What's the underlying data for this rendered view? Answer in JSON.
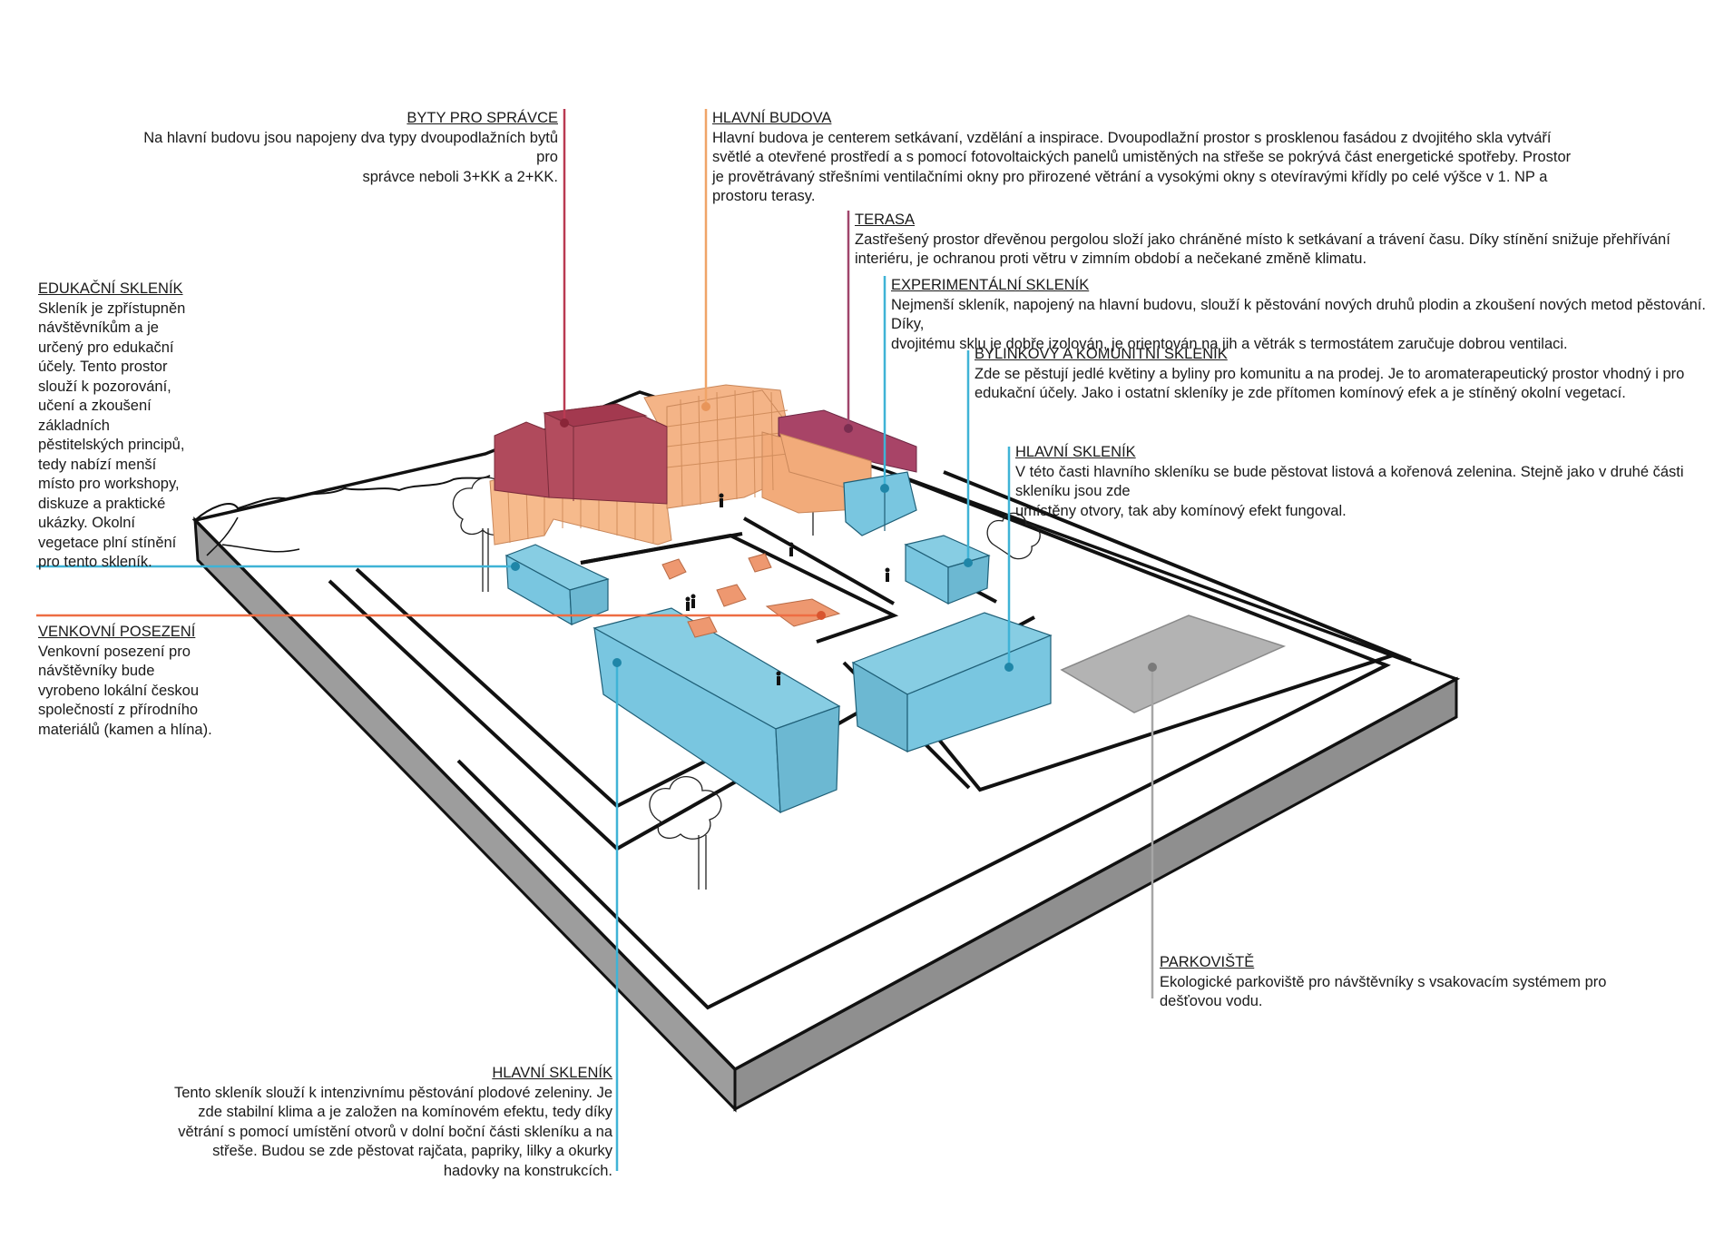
{
  "colors": {
    "residence": "#b04a5c",
    "main_building": "#f4b487",
    "terrace": "#a84467",
    "greenhouse": "#79c6e0",
    "seating": "#ee9870",
    "parking": "#b3b3b3",
    "leader_red": "#b93a52",
    "leader_orange": "#f0a468",
    "leader_violet": "#a0456b",
    "leader_blue": "#3fb3d6",
    "leader_orange_red": "#ee6d43",
    "leader_gray": "#a6a6a6"
  },
  "callouts": {
    "byty": {
      "title": "BYTY PRO SPRÁVCE",
      "body": "Na hlavní budovu jsou napojeny dva typy dvoupodlažních bytů pro\nsprávce neboli 3+KK a 2+KK."
    },
    "hlavni_budova": {
      "title": "HLAVNÍ BUDOVA",
      "body": "Hlavní budova je centerem setkávaní, vzdělání a inspirace. Dvoupodlažní prostor s prosklenou fasádou z dvojitého skla vytváří\nsvětlé a otevřené prostředí a s pomocí fotovoltaických panelů umistěných na střeše se pokrývá část energetické spotřeby. Prostor\nje provětrávaný střešními ventilačními okny pro přirozené větrání a vysokými okny s otevíravými křídly po celé výšce v 1. NP a\nprostoru terasy."
    },
    "terasa": {
      "title": "TERASA",
      "body": "Zastřešený prostor dřevěnou pergolou složí jako chráněné místo k setkávaní a trávení času. Díky stínění snižuje přehřívání\ninteriéru, je ochranou proti větru v zimním období a nečekané změně klimatu."
    },
    "experimentalni": {
      "title": "EXPERIMENTÁLNÍ SKLENÍK",
      "body": "Nejmenší skleník, napojený na hlavní budovu, slouží k pěstování nových druhů plodin a zkoušení nových metod pěstování. Díky,\ndvojitému sklu je dobře izolován, je orientován na jih a větrák s termostátem zaručuje dobrou ventilaci."
    },
    "bylinkovy": {
      "title": "BYLINKOVÝ A KOMUNITNÍ SKLENÍK",
      "body": "Zde se pěstují jedlé květiny a byliny pro komunitu a na prodej. Je to aromaterapeutický prostor vhodný i pro\nedukační účely. Jako i ostatní skleníky je zde přítomen komínový efek a je stíněný okolní vegetací."
    },
    "hlavni_sklenik_right": {
      "title": "HLAVNÍ  SKLENÍK",
      "body": "V této časti hlavního skleníku se bude pěstovat listová a kořenová zelenina. Stejně jako v druhé části skleníku jsou zde\numístěny otvory, tak aby komínový efekt fungoval."
    },
    "edukacni": {
      "title": "EDUKAČNÍ SKLENÍK",
      "body": "Skleník je zpřístupněn\nnávštěvníkům a je\nurčený pro edukační\núčely. Tento prostor\nslouží k pozorování,\nučení a zkoušení\nzákladních\npěstitelských principů,\ntedy nabízí menší\nmísto pro workshopy,\ndiskuze a praktické\nukázky. Okolní\nvegetace plní stínění\npro tento skleník."
    },
    "venkovni": {
      "title": "VENKOVNÍ POSEZENÍ",
      "body": "Venkovní posezení pro\nnávštěvníky bude\nvyrobeno lokální českou\nspolečností z přírodního\nmateriálů (kamen a hlína)."
    },
    "parkoviste": {
      "title": "PARKOVIŠTĚ",
      "body": "Ekologické parkoviště pro návštěvníky s vsakovacím systémem pro\ndešťovou vodu."
    },
    "hlavni_sklenik_bottom": {
      "title": "HLAVNÍ SKLENÍK",
      "body": "Tento skleník slouží k intenzivnímu pěstování plodové zeleniny. Je\nzde stabilní klima a  je založen na komínovém efektu, tedy díky\nvětrání s pomocí umístění otvorů v dolní boční části skleníku a na\nstřeše. Budou se zde pěstovat rajčata, papriky, lilky a okurky\nhadovky na konstrukcích."
    }
  }
}
